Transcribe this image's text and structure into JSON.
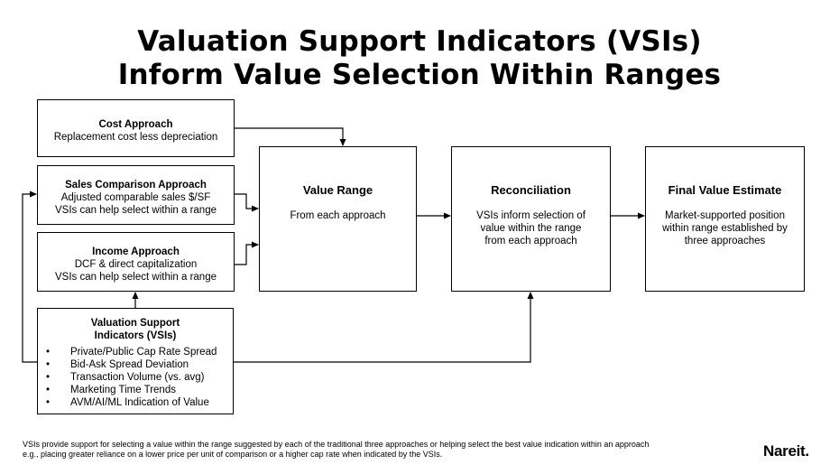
{
  "title": {
    "line1": "Valuation Support Indicators (VSIs)",
    "line2": "Inform Value Selection Within Ranges"
  },
  "cost": {
    "heading": "Cost Approach",
    "body": [
      "Replacement cost less depreciation"
    ]
  },
  "sales": {
    "heading": "Sales Comparison Approach",
    "body": [
      "Adjusted comparable sales $/SF",
      "VSIs can help select within a range"
    ]
  },
  "income": {
    "heading": "Income Approach",
    "body": [
      "DCF & direct capitalization",
      "VSIs can help select within a range"
    ]
  },
  "vsi": {
    "heading": [
      "Valuation Support",
      "Indicators (VSIs)"
    ],
    "items": [
      "Private/Public Cap Rate Spread",
      "Bid-Ask Spread Deviation",
      "Transaction Volume (vs. avg)",
      "Marketing Time Trends",
      "AVM/AI/ML Indication of Value"
    ]
  },
  "range": {
    "heading": "Value Range",
    "body": [
      "From each approach"
    ]
  },
  "reconciliation": {
    "heading": "Reconciliation",
    "body": [
      "VSIs inform selection of",
      "value within the range",
      "from each approach"
    ]
  },
  "final": {
    "heading": "Final Value Estimate",
    "body": [
      "Market-supported position",
      "within range established by",
      "three approaches"
    ]
  },
  "footer": [
    "VSIs provide support for selecting a value within the range suggested by each of the traditional three approaches or helping select the best value indication within an approach",
    "e.g., placing greater reliance on a lower price per unit of comparison or a higher cap rate when indicated by the VSIs."
  ],
  "logo": "Nareit."
}
